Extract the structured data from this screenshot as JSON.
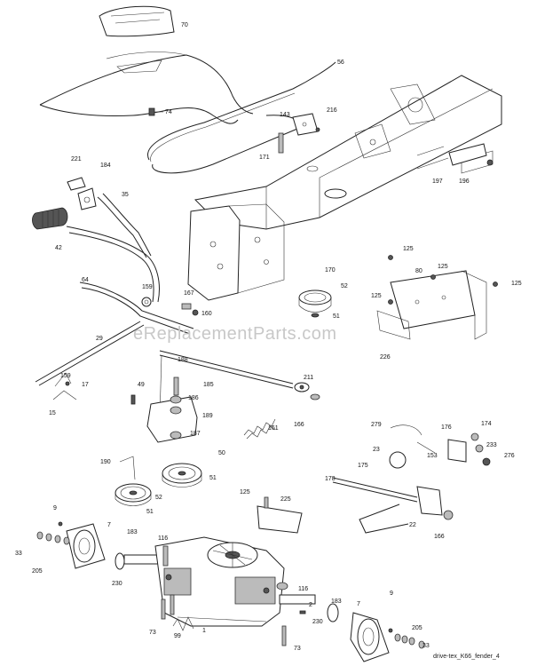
{
  "watermark": "eReplacementParts.com",
  "caption": "drive-tex_K66_fender_4",
  "part_numbers": [
    "70",
    "56",
    "74",
    "143",
    "216",
    "171",
    "221",
    "184",
    "35",
    "197",
    "196",
    "42",
    "125",
    "125",
    "80",
    "125",
    "170",
    "52",
    "125",
    "64",
    "159",
    "167",
    "160",
    "51",
    "29",
    "226",
    "188",
    "211",
    "185",
    "159",
    "17",
    "49",
    "186",
    "15",
    "189",
    "166",
    "161",
    "187",
    "279",
    "174",
    "23",
    "176",
    "153",
    "233",
    "190",
    "50",
    "276",
    "175",
    "51",
    "178",
    "52",
    "51",
    "125",
    "225",
    "9",
    "7",
    "22",
    "183",
    "116",
    "166",
    "33",
    "205",
    "230",
    "9",
    "116",
    "183",
    "2",
    "7",
    "230",
    "73",
    "1",
    "99",
    "73",
    "205",
    "33"
  ]
}
